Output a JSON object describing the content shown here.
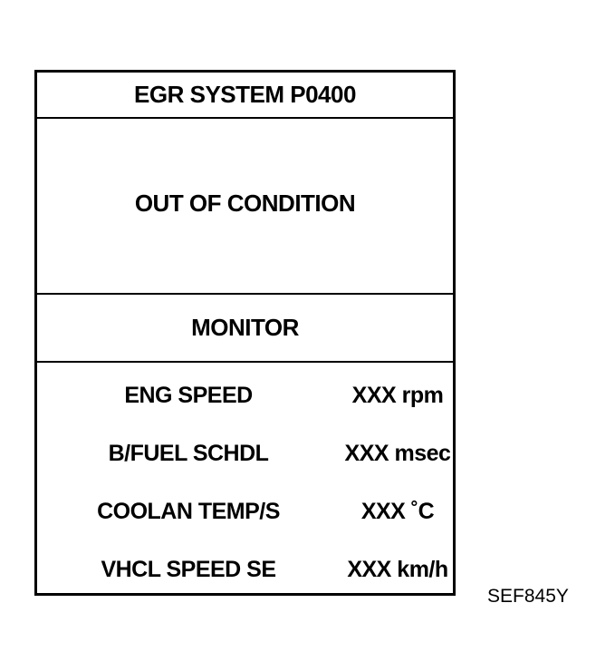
{
  "screen": {
    "title": "EGR SYSTEM P0400",
    "status": "OUT OF CONDITION",
    "section_label": "MONITOR",
    "monitor_items": [
      {
        "label": "ENG SPEED",
        "value": "XXX rpm"
      },
      {
        "label": "B/FUEL SCHDL",
        "value": "XXX msec"
      },
      {
        "label": "COOLAN TEMP/S",
        "value": "XXX ˚C"
      },
      {
        "label": "VHCL SPEED SE",
        "value": "XXX km/h"
      }
    ]
  },
  "figure_code": "SEF845Y"
}
